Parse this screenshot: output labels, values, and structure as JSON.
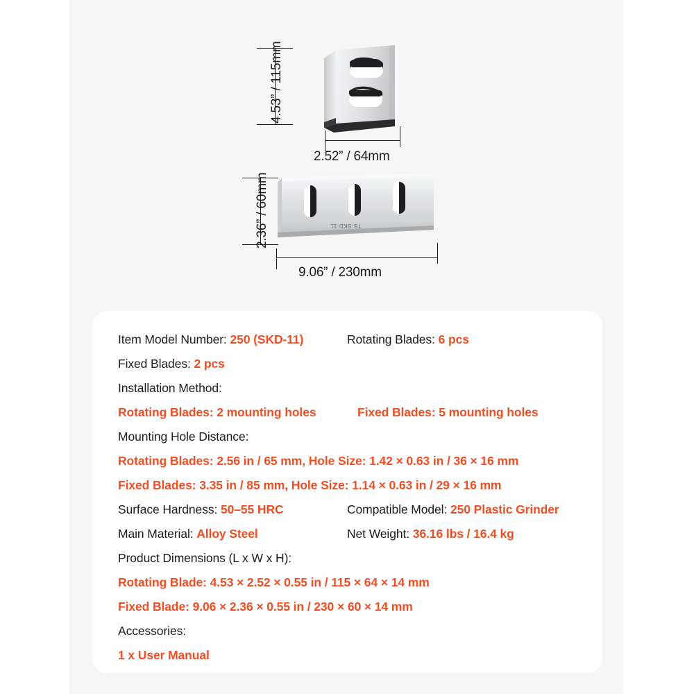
{
  "theme": {
    "page_bg": "#ffffff",
    "panel_bg": "#f6f6f6",
    "card_bg": "#ffffff",
    "accent": "#f04e23",
    "text": "#1c1c1c"
  },
  "diagrams": {
    "rotating_blade": {
      "name": "rotating-blade-diagram",
      "height_dim": "4.53” / 115mm",
      "width_dim": "2.52” / 64mm",
      "holes": 2
    },
    "fixed_blade": {
      "name": "fixed-blade-diagram",
      "height_dim": "2.36” / 60mm",
      "width_dim": "9.06” / 230mm",
      "engraving": "TS-SKD-11",
      "holes": 3
    }
  },
  "spec": {
    "rows": [
      {
        "type": "pair",
        "left_label": "Item Model Number: ",
        "left_value": "250 (SKD-11)",
        "right_label": "Rotating Blades: ",
        "right_value": "6 pcs"
      },
      {
        "type": "single",
        "left_label": "Fixed Blades: ",
        "left_value": "2 pcs"
      },
      {
        "type": "heading",
        "left_label": "Installation Method:"
      },
      {
        "type": "pair_accent",
        "left_value": "Rotating Blades: 2 mounting holes",
        "right_value": "Fixed Blades: 5 mounting holes"
      },
      {
        "type": "heading",
        "left_label": "Mounting Hole Distance:"
      },
      {
        "type": "accent",
        "left_value": "Rotating Blades: 2.56 in / 65 mm, Hole Size: 1.42 × 0.63 in / 36 × 16 mm"
      },
      {
        "type": "accent",
        "left_value": "Fixed Blades: 3.35 in / 85 mm, Hole Size: 1.14 × 0.63 in / 29 × 16 mm"
      },
      {
        "type": "pair",
        "left_label": "Surface Hardness: ",
        "left_value": "50–55 HRC",
        "right_label": "Compatible Model: ",
        "right_value": "250 Plastic Grinder"
      },
      {
        "type": "pair",
        "left_label": "Main Material: ",
        "left_value": "Alloy Steel",
        "right_label": "Net Weight: ",
        "right_value": "36.16 lbs / 16.4 kg"
      },
      {
        "type": "heading",
        "left_label": "Product Dimensions (L x W x H):"
      },
      {
        "type": "accent",
        "left_value": "Rotating Blade: 4.53 × 2.52 × 0.55 in / 115 × 64 × 14 mm"
      },
      {
        "type": "accent",
        "left_value": "Fixed Blade: 9.06 × 2.36 × 0.55 in / 230 × 60 × 14 mm"
      },
      {
        "type": "heading",
        "left_label": "Accessories:"
      },
      {
        "type": "accent",
        "left_value": "1 x User Manual"
      }
    ]
  }
}
